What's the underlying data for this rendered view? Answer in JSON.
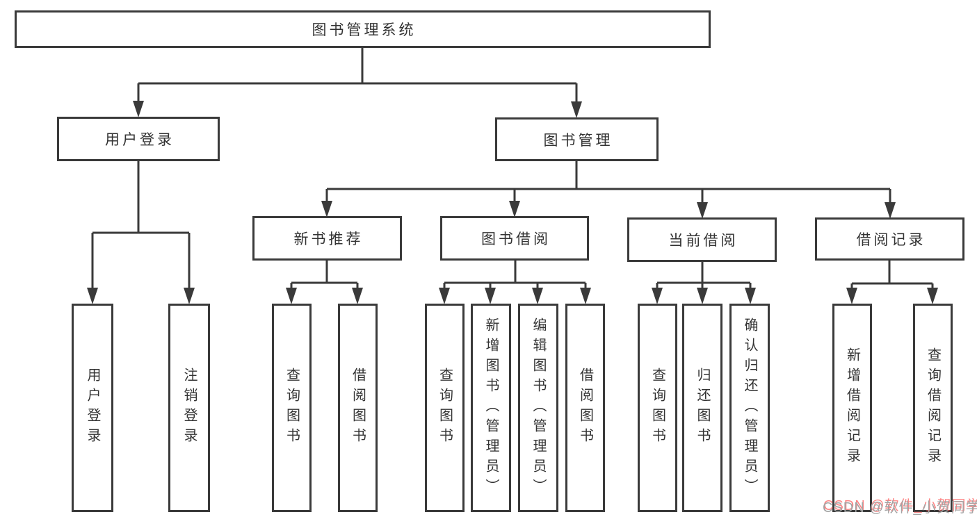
{
  "tree": {
    "label": "图书管理系统",
    "children": [
      {
        "label": "用户登录",
        "children": [
          {
            "label": "用户登录"
          },
          {
            "label": "注销登录"
          }
        ]
      },
      {
        "label": "图书管理",
        "children": [
          {
            "label": "新书推荐",
            "children": [
              {
                "label": "查询图书"
              },
              {
                "label": "借阅图书"
              }
            ]
          },
          {
            "label": "图书借阅",
            "children": [
              {
                "label": "查询图书"
              },
              {
                "label": "新增图书（管理员）"
              },
              {
                "label": "编辑图书（管理员）"
              },
              {
                "label": "借阅图书"
              }
            ]
          },
          {
            "label": "当前借阅",
            "children": [
              {
                "label": "查询图书"
              },
              {
                "label": "归还图书"
              },
              {
                "label": "确认归还（管理员）"
              }
            ]
          },
          {
            "label": "借阅记录",
            "children": [
              {
                "label": "新增借阅记录"
              },
              {
                "label": "查询借阅记录"
              }
            ]
          }
        ]
      }
    ]
  },
  "watermark": {
    "text": "CSDN @软件_小贺同学"
  },
  "colors": {
    "line": "#3a3a3a",
    "text": "#333333",
    "background": "#ffffff",
    "watermark_gray": "#a4a4a4",
    "watermark_red": "#fc5e5e"
  }
}
